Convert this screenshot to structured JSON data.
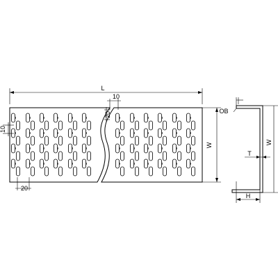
{
  "plan_view": {
    "length_label": "L",
    "width_label": "W",
    "slot_pitch_label": "10",
    "slot_height_label": "20",
    "edge_offset_label": "10",
    "end_offset_label": "20"
  },
  "section_view": {
    "flange_label": "OB",
    "width_label": "W",
    "thickness_label": "T",
    "height_label": "H"
  }
}
